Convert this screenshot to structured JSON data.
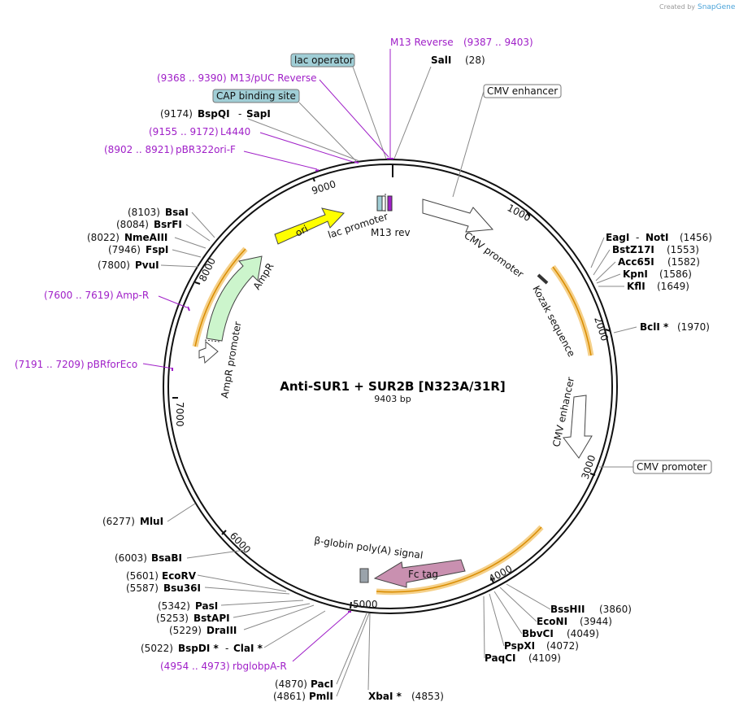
{
  "credit": {
    "created_by": "Created by",
    "brand": "SnapGene"
  },
  "plasmid": {
    "name": "Anti-SUR1 + SUR2B [N323A/31R]",
    "length": "9403 bp"
  },
  "ticks": [
    "1000",
    "2000",
    "3000",
    "4000",
    "5000",
    "6000",
    "7000",
    "8000",
    "9000"
  ],
  "sites": {
    "sali": {
      "name": "SalI",
      "pos": "(28)"
    },
    "eagi": {
      "name": "EagI",
      "sep": "-",
      "name2": "NotI",
      "pos": "(1456)"
    },
    "bstz17i": {
      "name": "BstZ17I",
      "pos": "(1553)"
    },
    "acc65i": {
      "name": "Acc65I",
      "pos": "(1582)"
    },
    "kpni": {
      "name": "KpnI",
      "pos": "(1586)"
    },
    "kfli": {
      "name": "KflI",
      "pos": "(1649)"
    },
    "bcli": {
      "name": "BclI *",
      "pos": "(1970)"
    },
    "bsshii": {
      "name": "BssHII",
      "pos": "(3860)"
    },
    "econi": {
      "name": "EcoNI",
      "pos": "(3944)"
    },
    "bbvci": {
      "name": "BbvCI",
      "pos": "(4049)"
    },
    "pspxi": {
      "name": "PspXI",
      "pos": "(4072)"
    },
    "paqci": {
      "name": "PaqCI",
      "pos": "(4109)"
    },
    "xbai": {
      "name": "XbaI *",
      "pos": "(4853)"
    },
    "pmli": {
      "name": "PmlI",
      "pos": "(4861)"
    },
    "paci": {
      "name": "PacI",
      "pos": "(4870)"
    },
    "bspdi": {
      "name": "BspDI *",
      "sep": "-",
      "name2": "ClaI *",
      "pos": "(5022)"
    },
    "draiii": {
      "name": "DraIII",
      "pos": "(5229)"
    },
    "bstapi": {
      "name": "BstAPI",
      "pos": "(5253)"
    },
    "pasi": {
      "name": "PasI",
      "pos": "(5342)"
    },
    "bsu36i": {
      "name": "Bsu36I",
      "pos": "(5587)"
    },
    "ecorv": {
      "name": "EcoRV",
      "pos": "(5601)"
    },
    "bsabi": {
      "name": "BsaBI",
      "pos": "(6003)"
    },
    "mlui": {
      "name": "MluI",
      "pos": "(6277)"
    },
    "pvui": {
      "name": "PvuI",
      "pos": "(7800)"
    },
    "fspi": {
      "name": "FspI",
      "pos": "(7946)"
    },
    "nmeaiii": {
      "name": "NmeAIII",
      "pos": "(8022)"
    },
    "bsrfi": {
      "name": "BsrFI",
      "pos": "(8084)"
    },
    "bsai": {
      "name": "BsaI",
      "pos": "(8103)"
    },
    "bspqi": {
      "name": "BspQI",
      "sep": "-",
      "name2": "SapI",
      "pos": "(9174)"
    }
  },
  "primers": {
    "m13rev": {
      "name": "M13 Reverse",
      "pos": "(9387 .. 9403)"
    },
    "m13puc": {
      "name": "M13/pUC Reverse",
      "pos": "(9368 .. 9390)"
    },
    "l4440": {
      "name": "L4440",
      "pos": "(9155 .. 9172)"
    },
    "pbr322": {
      "name": "pBR322ori-F",
      "pos": "(8902 .. 8921)"
    },
    "ampr": {
      "name": "Amp-R",
      "pos": "(7600 .. 7619)"
    },
    "pbrfor": {
      "name": "pBRforEco",
      "pos": "(7191 .. 7209)"
    },
    "rbglob": {
      "name": "rbglobpA-R",
      "pos": "(4954 .. 4973)"
    }
  },
  "boxed_features": {
    "lac_operator": "lac operator",
    "cap_site": "CAP binding site",
    "cmv_enhancer_top": "CMV enhancer",
    "cmv_promoter_right": "CMV promoter"
  },
  "features": {
    "ori": "ori",
    "lac_promoter": "lac promoter",
    "m13_rev": "M13 rev",
    "cmv_promoter": "CMV promoter",
    "kozak": "Kozak sequence",
    "cmv_enhancer": "CMV enhancer",
    "fc_tag": "Fc tag",
    "bglobin": "β-globin poly(A) signal",
    "ampr": "AmpR",
    "ampr_promoter": "AmpR promoter"
  },
  "colors": {
    "primer": "#a020c8",
    "ori": "#ffff00",
    "ampr": "#ccf5cc",
    "fc_tag": "#c990b0",
    "cap": "#a0ced6",
    "orf_highlight": "#f2c46c",
    "orf_line": "#d98c00"
  }
}
